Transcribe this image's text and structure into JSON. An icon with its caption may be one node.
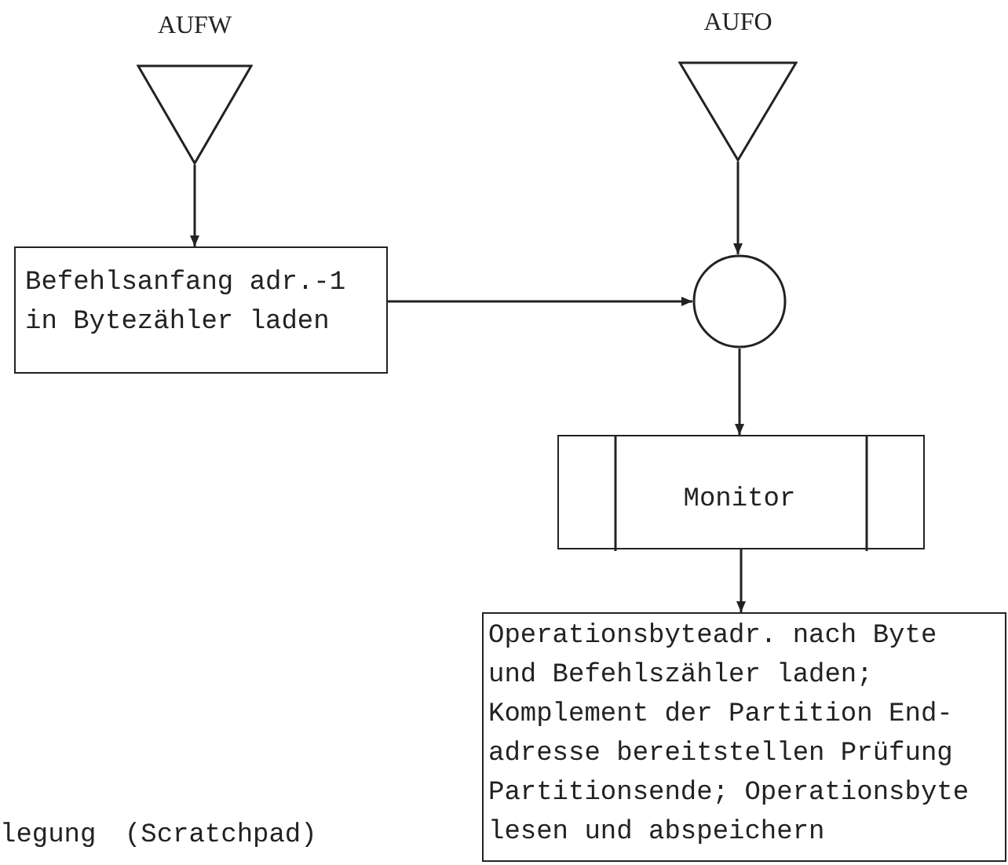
{
  "diagram": {
    "nodes": [
      {
        "text": [
          "AUFW"
        ]
      },
      {
        "text": [
          "AUFO"
        ]
      },
      {
        "text": [
          "Befehlsanfang adr.-1 in Bytezähler laden"
        ]
      },
      {
        "text": [],
        "shape": "circle"
      },
      {
        "text": [
          "Monitor"
        ]
      },
      {
        "text": [
          "Operationsbyteadr. nach Byte und Befehlszähler laden; Komplement der Partition End- adresse bereitstellen Prüfung Partitionsende; Operationsbyte lesen und abspeichern"
        ]
      }
    ],
    "edges": [
      {
        "from": 0,
        "to": 2,
        "arrow": "to"
      },
      {
        "from": 1,
        "to": 3,
        "arrow": "to"
      },
      {
        "from": 2,
        "to": 3,
        "arrow": "to"
      },
      {
        "from": 3,
        "to": 4,
        "arrow": "to"
      },
      {
        "from": 4,
        "to": 5,
        "arrow": "to"
      }
    ],
    "labels": [
      "legung (Scratchpad)"
    ]
  }
}
